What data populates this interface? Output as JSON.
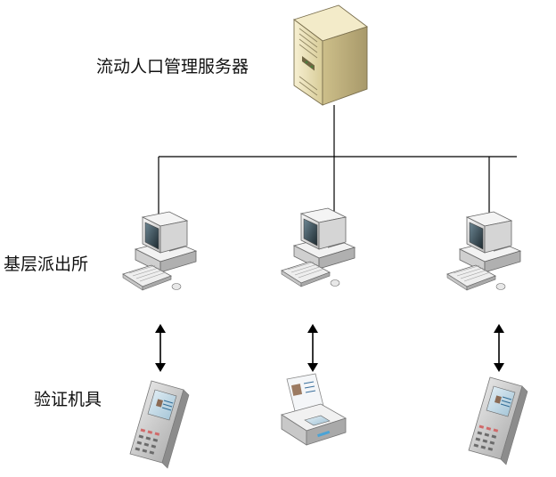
{
  "labels": {
    "server": "流动人口管理服务器",
    "station": "基层派出所",
    "device": "验证机具"
  },
  "colors": {
    "line": "#000000",
    "server_body": "#efe6c0",
    "pc_body": "#e9e9e9",
    "screen": "#2b3b44",
    "device_body": "#cfcfcf"
  },
  "nodes": {
    "server": {
      "icon": "server-tower-icon"
    },
    "stations": [
      {
        "icon": "desktop-computer-icon"
      },
      {
        "icon": "desktop-computer-icon"
      },
      {
        "icon": "desktop-computer-icon"
      }
    ],
    "devices": [
      {
        "icon": "handheld-id-reader-icon"
      },
      {
        "icon": "desktop-card-reader-icon"
      },
      {
        "icon": "handheld-id-reader-icon"
      }
    ]
  }
}
